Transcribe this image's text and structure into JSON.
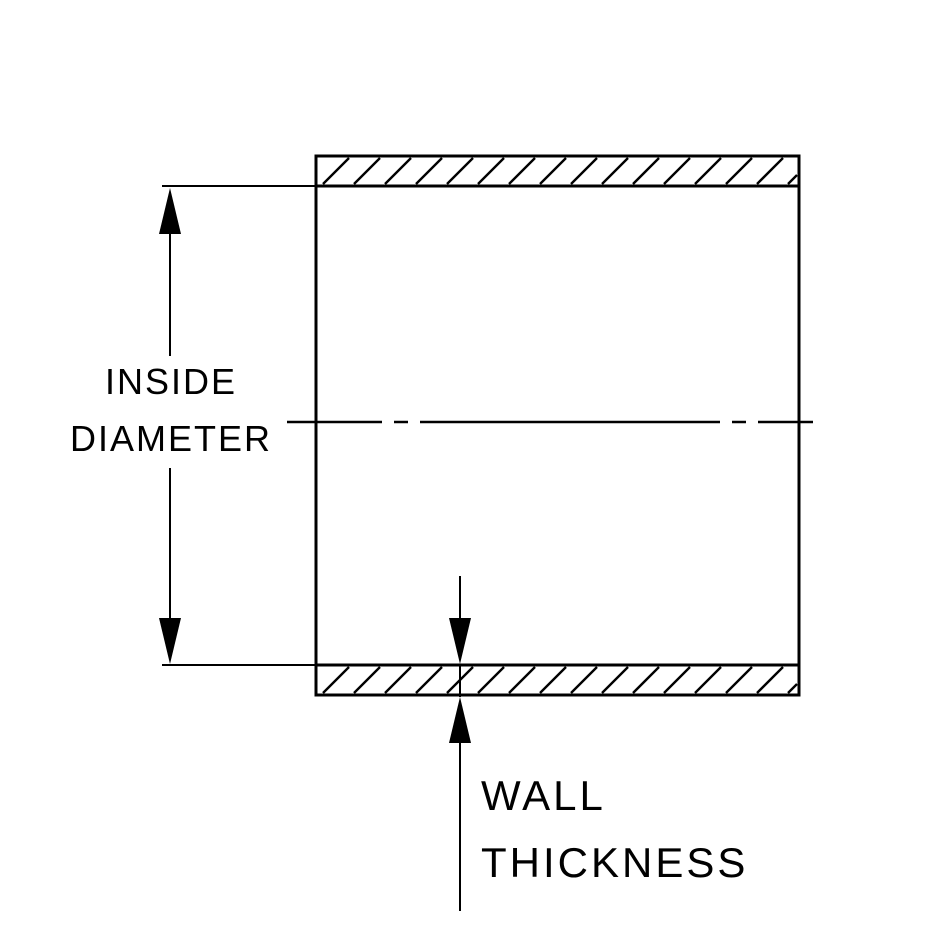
{
  "diagram": {
    "colors": {
      "background": "#ffffff",
      "line": "#000000",
      "text": "#000000"
    },
    "labels": {
      "inside_diameter_line1": "INSIDE",
      "inside_diameter_line2": "DIAMETER",
      "wall_thickness_line1": "WALL",
      "wall_thickness_line2": "THICKNESS"
    }
  }
}
